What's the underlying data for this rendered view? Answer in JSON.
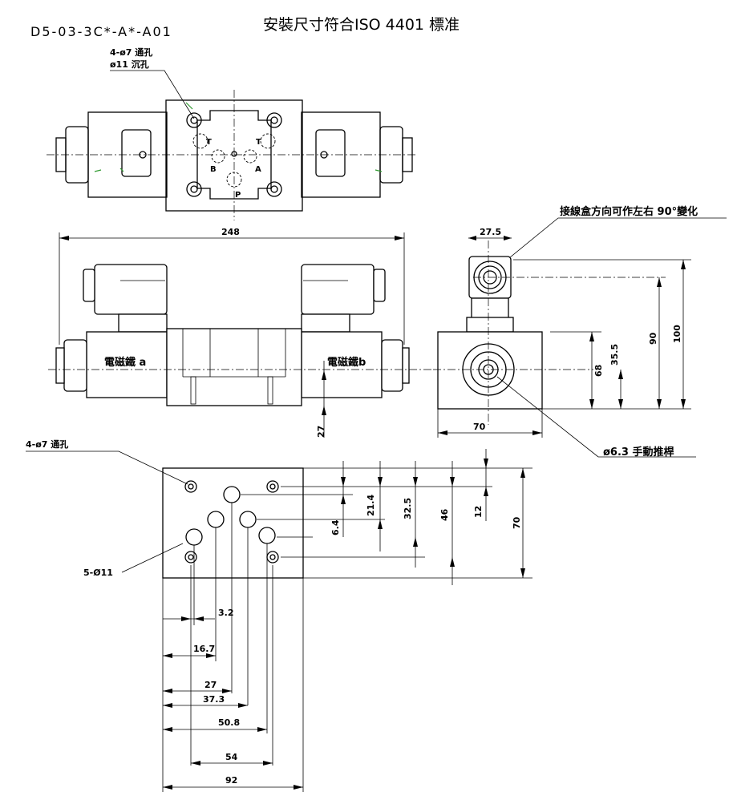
{
  "header": {
    "model": "D5-03-3C*-A*-A01",
    "title": "安裝尺寸符合ISO 4401 標准"
  },
  "top_view": {
    "hole_note_1": "4-ø7 通孔",
    "hole_note_2": "ø11 沉孔",
    "ports": {
      "t1": "T",
      "t2": "T",
      "b": "B",
      "a": "A",
      "p": "P"
    }
  },
  "front_view": {
    "overall_length": "248",
    "solenoid_a": "電磁鐵 a",
    "solenoid_b": "電磁鐵b",
    "bottom_offset": "27"
  },
  "side_view": {
    "connector_note": "接線盒方向可作左右 90°變化",
    "width_top": "27.5",
    "width_bottom": "70",
    "height_90": "90",
    "height_100": "100",
    "height_68": "68",
    "height_35_5": "35.5",
    "manual_note": "ø6.3  手動推桿"
  },
  "mounting_face": {
    "hole_note": "4-ø7 通孔",
    "port_note": "5-Ø11",
    "dims_x": [
      "3.2",
      "16.7",
      "27",
      "37.3",
      "50.8",
      "54",
      "92"
    ],
    "dims_y": [
      "6.4",
      "21.4",
      "32.5",
      "46",
      "12",
      "70"
    ]
  }
}
